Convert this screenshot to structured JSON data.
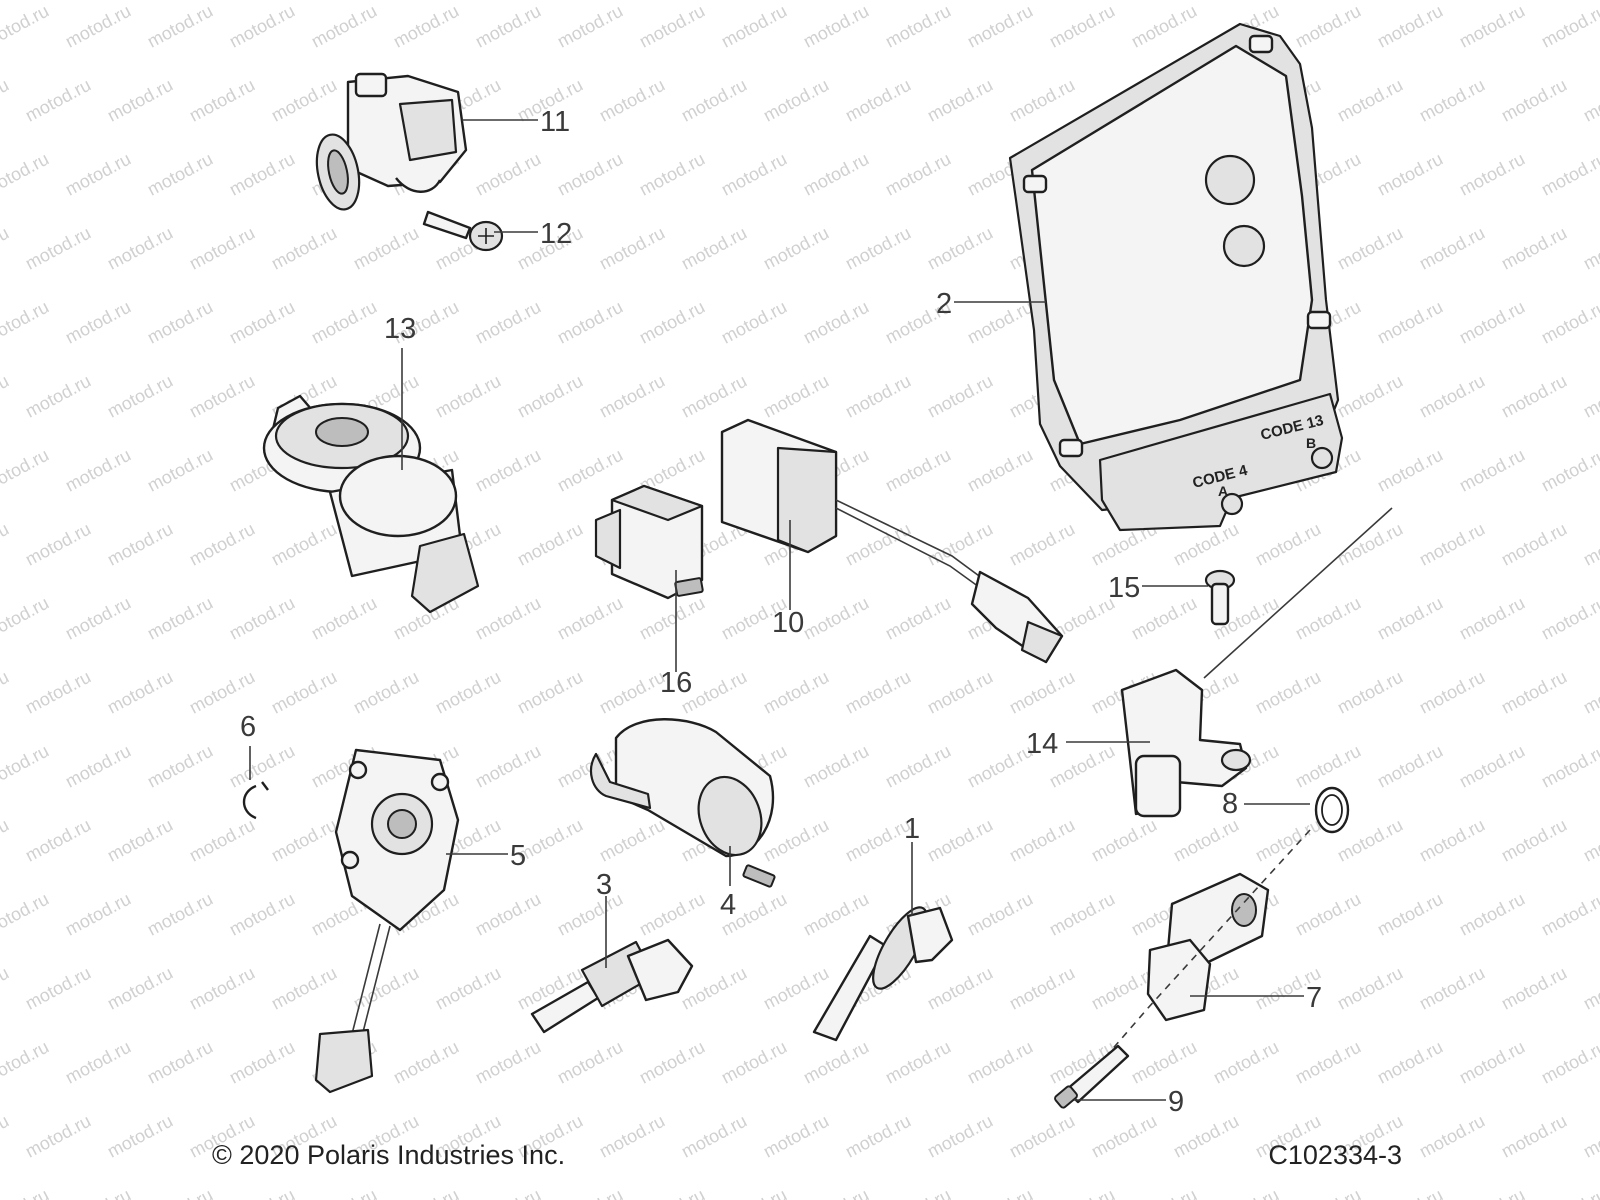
{
  "diagram": {
    "watermark_text": "motod.ru",
    "copyright": "© 2020 Polaris Industries Inc.",
    "drawing_id": "C102334-3",
    "callouts": [
      "1",
      "2",
      "3",
      "4",
      "5",
      "6",
      "7",
      "8",
      "9",
      "10",
      "11",
      "12",
      "13",
      "14",
      "15",
      "16"
    ],
    "ecu_label_a": "CODE 4",
    "ecu_label_a_sub": "A",
    "ecu_label_b": "CODE 13",
    "ecu_label_b_sub": "B"
  }
}
